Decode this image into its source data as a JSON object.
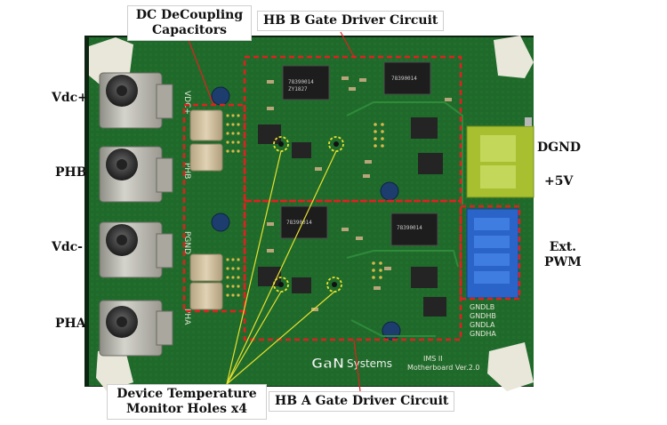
{
  "labels": {
    "dc_decoupling_line1": "DC DeCoupling",
    "dc_decoupling_line2": "Capacitors",
    "hb_b": "HB B Gate Driver Circuit",
    "hb_a": "HB A Gate Driver Circuit",
    "temp_line1": "Device Temperature",
    "temp_line2": "Monitor Holes x4",
    "vdc_plus": "Vdc+",
    "phb": "PHB",
    "vdc_minus": "Vdc-",
    "pha": "PHA",
    "dgnd": "DGND",
    "plus5v": "+5V",
    "ext_line1": "Ext.",
    "ext_line2": "PWM"
  },
  "board_text": {
    "logo_gan": "GaN",
    "logo_systems": "Systems",
    "board_name": "IMS II",
    "board_version": "Motherboard Ver.2.0",
    "silk_vdc": "VDC+",
    "silk_phb": "PHB",
    "silk_pgnd": "PGND",
    "silk_pha": "PHA",
    "silk_gndlb": "GNDLB",
    "silk_gndhb": "GNDHB",
    "silk_gndla": "GNDLA",
    "silk_gndha": "GNDHA",
    "ic_mark": "78390014",
    "ic_mark2": "ZY1827"
  },
  "colors": {
    "pcb": "#1f6a2a",
    "annotation_red": "#e02020",
    "marker_yellow": "#e8e030",
    "connector_green": "#a8c030",
    "connector_blue": "#2a64c8",
    "terminal_metal": "#b8b8b0",
    "capacitor": "#c9b89a"
  }
}
